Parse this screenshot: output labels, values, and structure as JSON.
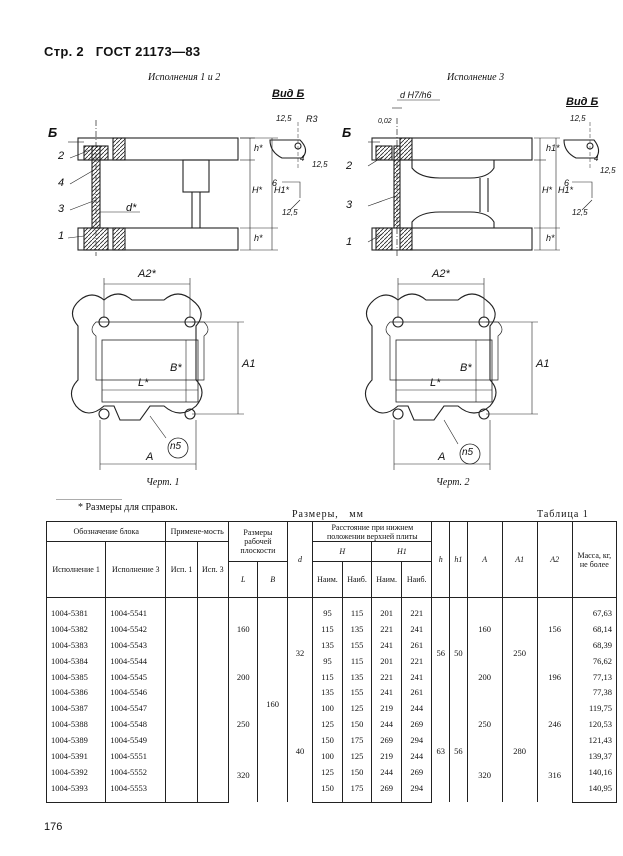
{
  "header": {
    "page": "Стр. 2",
    "standard": "ГОСТ 21173—83"
  },
  "drawing_left": {
    "title": "Исполнения 1 и 2",
    "view": "Вид Б",
    "caption": "Черт. 1",
    "labels": [
      "Б",
      "2",
      "4",
      "3",
      "1",
      "d*",
      "h*",
      "H*",
      "H1*",
      "h*",
      "A2*",
      "B*",
      "A1",
      "L*",
      "A",
      "n5",
      "R3",
      "6",
      "4",
      "12,5",
      "12,5",
      "12,5"
    ]
  },
  "drawing_right": {
    "title": "Исполнение 3",
    "view": "Вид Б",
    "caption": "Черт. 2",
    "fit": "d H7/h6",
    "labels": [
      "Б",
      "2",
      "3",
      "1",
      "h1*",
      "H*",
      "H1*",
      "h*",
      "A2*",
      "B*",
      "A1",
      "L*",
      "A",
      "n5",
      "6",
      "4",
      "12,5",
      "12,5",
      "12,5",
      "0,02"
    ]
  },
  "footnote": "* Размеры для справок.",
  "table": {
    "title": "Размеры,   мм",
    "label": "Таблица 1",
    "headers": {
      "designation": "Обозначение блока",
      "exec1": "Исполнение 1",
      "exec3": "Исполнение 3",
      "applicability": "Примене-мость",
      "app1": "Исп. 1",
      "app3": "Исп. 3",
      "work_size": "Размеры рабочей плоскости",
      "L": "L",
      "B": "B",
      "d": "d",
      "distance": "Расстояние при нижнем положении верхней плиты",
      "H": "H",
      "H1": "H1",
      "min": "Наим.",
      "max": "Наиб.",
      "h": "h",
      "h1": "h1",
      "A": "A",
      "A1": "A1",
      "A2": "A2",
      "mass": "Масса, кг, не более"
    },
    "rows": [
      {
        "e1": "1004-5381",
        "e3": "1004-5541",
        "Hmin": "95",
        "Hmax": "115",
        "H1min": "201",
        "H1max": "221",
        "mass": "67,63"
      },
      {
        "e1": "1004-5382",
        "e3": "1004-5542",
        "Hmin": "115",
        "Hmax": "135",
        "H1min": "221",
        "H1max": "241",
        "mass": "68,14"
      },
      {
        "e1": "1004-5383",
        "e3": "1004-5543",
        "Hmin": "135",
        "Hmax": "155",
        "H1min": "241",
        "H1max": "261",
        "mass": "68,39"
      },
      {
        "e1": "1004-5384",
        "e3": "1004-5544",
        "Hmin": "95",
        "Hmax": "115",
        "H1min": "201",
        "H1max": "221",
        "mass": "76,62"
      },
      {
        "e1": "1004-5385",
        "e3": "1004-5545",
        "Hmin": "115",
        "Hmax": "135",
        "H1min": "221",
        "H1max": "241",
        "mass": "77,13"
      },
      {
        "e1": "1004-5386",
        "e3": "1004-5546",
        "Hmin": "135",
        "Hmax": "155",
        "H1min": "241",
        "H1max": "261",
        "mass": "77,38"
      },
      {
        "e1": "1004-5387",
        "e3": "1004-5547",
        "Hmin": "100",
        "Hmax": "125",
        "H1min": "219",
        "H1max": "244",
        "mass": "119,75"
      },
      {
        "e1": "1004-5388",
        "e3": "1004-5548",
        "Hmin": "125",
        "Hmax": "150",
        "H1min": "244",
        "H1max": "269",
        "mass": "120,53"
      },
      {
        "e1": "1004-5389",
        "e3": "1004-5549",
        "Hmin": "150",
        "Hmax": "175",
        "H1min": "269",
        "H1max": "294",
        "mass": "121,43"
      },
      {
        "e1": "1004-5391",
        "e3": "1004-5551",
        "Hmin": "100",
        "Hmax": "125",
        "H1min": "219",
        "H1max": "244",
        "mass": "139,37"
      },
      {
        "e1": "1004-5392",
        "e3": "1004-5552",
        "Hmin": "125",
        "Hmax": "150",
        "H1min": "244",
        "H1max": "269",
        "mass": "140,16"
      },
      {
        "e1": "1004-5393",
        "e3": "1004-5553",
        "Hmin": "150",
        "Hmax": "175",
        "H1min": "269",
        "H1max": "294",
        "mass": "140,95"
      }
    ],
    "merged": {
      "L_160": "160",
      "L_200": "200",
      "L_250": "250",
      "L_320": "320",
      "B_160": "160",
      "d_32": "32",
      "d_40": "40",
      "h_56": "56",
      "h_63": "63",
      "h1_50": "50",
      "h1_56": "56",
      "A_160": "160",
      "A_200": "200",
      "A_250": "250",
      "A_320": "320",
      "A1_250": "250",
      "A1_280": "280",
      "A2_156": "156",
      "A2_196": "196",
      "A2_246": "246",
      "A2_316": "316"
    }
  },
  "page_number": "176"
}
